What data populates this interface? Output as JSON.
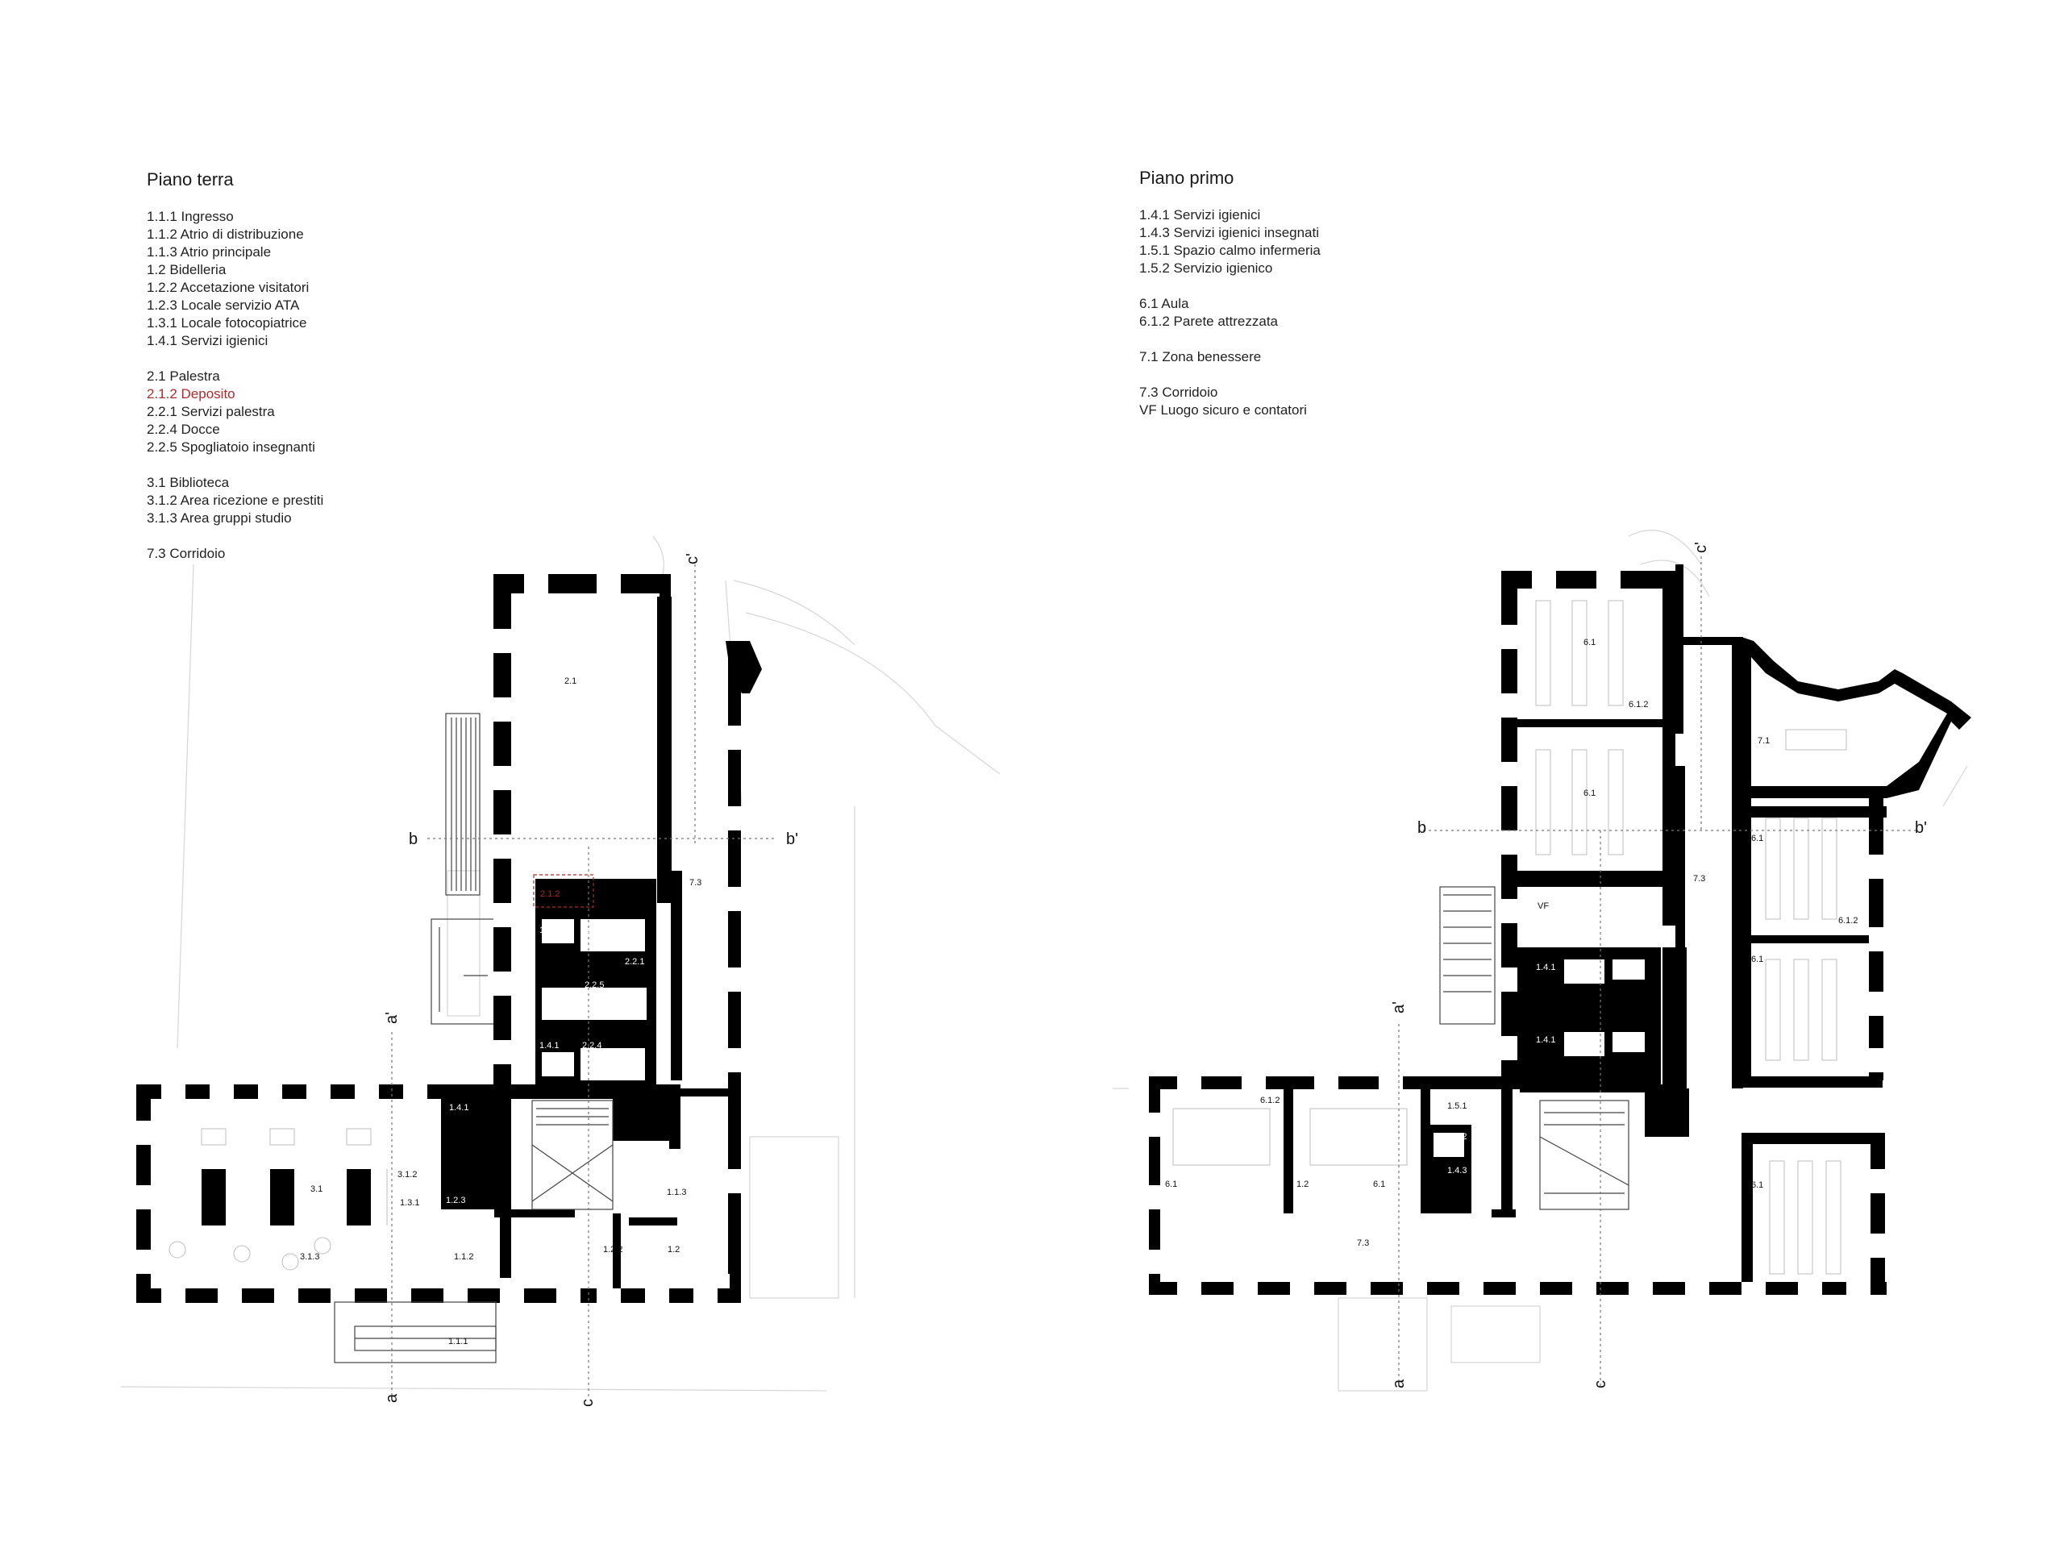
{
  "ground_floor": {
    "title": "Piano terra",
    "groups": [
      [
        {
          "text": "1.1.1 Ingresso"
        },
        {
          "text": "1.1.2 Atrio di distribuzione"
        },
        {
          "text": "1.1.3 Atrio principale"
        },
        {
          "text": "1.2 Bidelleria"
        },
        {
          "text": "1.2.2 Accetazione visitatori"
        },
        {
          "text": "1.2.3 Locale servizio ATA"
        },
        {
          "text": "1.3.1 Locale fotocopiatrice"
        },
        {
          "text": "1.4.1 Servizi igienici"
        }
      ],
      [
        {
          "text": "2.1 Palestra"
        },
        {
          "text": "2.1.2 Deposito",
          "highlight": true
        },
        {
          "text": "2.2.1 Servizi palestra"
        },
        {
          "text": "2.2.4 Docce"
        },
        {
          "text": "2.2.5 Spogliatoio insegnanti"
        }
      ],
      [
        {
          "text": "3.1 Biblioteca"
        },
        {
          "text": "3.1.2 Area ricezione e prestiti"
        },
        {
          "text": "3.1.3 Area gruppi studio"
        }
      ],
      [
        {
          "text": "7.3 Corridoio"
        }
      ]
    ],
    "room_labels": {
      "r2_1": "2.1",
      "r2_1_2": "2.1.2",
      "r7_3": "7.3",
      "r1_4_1_a": "1.4.1",
      "r2_2_4_a": "2.2.4",
      "r2_2_1_a": "2.2.1",
      "r2_2_5": "2.2.5",
      "r1_4_1_b": "1.4.1",
      "r2_2_4_b": "2.2.4",
      "r2_2_1_b": "2.2.1",
      "r1_4_1_c": "1.4.1",
      "r3_1": "3.1",
      "r3_1_2": "3.1.2",
      "r1_3_1": "1.3.1",
      "r1_2_3": "1.2.3",
      "r1_1_3": "1.1.3",
      "r3_1_3": "3.1.3",
      "r1_1_2": "1.1.2",
      "r1_2_2": "1.2.2",
      "r1_2": "1.2",
      "r1_1_1": "1.1.1"
    },
    "section_marks": {
      "b": "b",
      "b_prime": "b'",
      "a_prime": "a'",
      "a": "a",
      "c_prime": "c'",
      "c": "c"
    }
  },
  "first_floor": {
    "title": "Piano primo",
    "groups": [
      [
        {
          "text": "1.4.1 Servizi igienici"
        },
        {
          "text": "1.4.3 Servizi igienici insegnati"
        },
        {
          "text": "1.5.1 Spazio calmo infermeria"
        },
        {
          "text": "1.5.2 Servizio igienico"
        }
      ],
      [
        {
          "text": "6.1 Aula"
        },
        {
          "text": "6.1.2 Parete attrezzata"
        }
      ],
      [
        {
          "text": "7.1 Zona benessere"
        }
      ],
      [
        {
          "text": "7.3 Corridoio"
        },
        {
          "text": "VF Luogo sicuro e contatori"
        }
      ]
    ],
    "room_labels": {
      "r6_1_a": "6.1",
      "r6_1_2_a": "6.1.2",
      "r6_1_b": "6.1",
      "r7_1": "7.1",
      "r6_1_c": "6.1",
      "r6_1_2_c": "6.1.2",
      "r7_3_a": "7.3",
      "rVF": "VF",
      "r1_4_1_a": "1.4.1",
      "r1_4_1_b": "1.4.1",
      "r6_1_d": "6.1",
      "r6_1_2_e": "6.1.2",
      "r6_1_e": "6.1",
      "r1_2_x": "1.2",
      "r6_1_f": "6.1",
      "r1_5_1": "1.5.1",
      "r1_5_2": "1.5.2",
      "r1_4_3": "1.4.3",
      "r6_1_g": "6.1",
      "r7_3_b": "7.3"
    },
    "section_marks": {
      "b": "b",
      "b_prime": "b'",
      "a_prime": "a'",
      "a": "a",
      "c_prime": "c'",
      "c": "c"
    }
  },
  "colors": {
    "wall": "#000000",
    "highlight": "#b02a2a",
    "context": "#d6d6d6"
  }
}
